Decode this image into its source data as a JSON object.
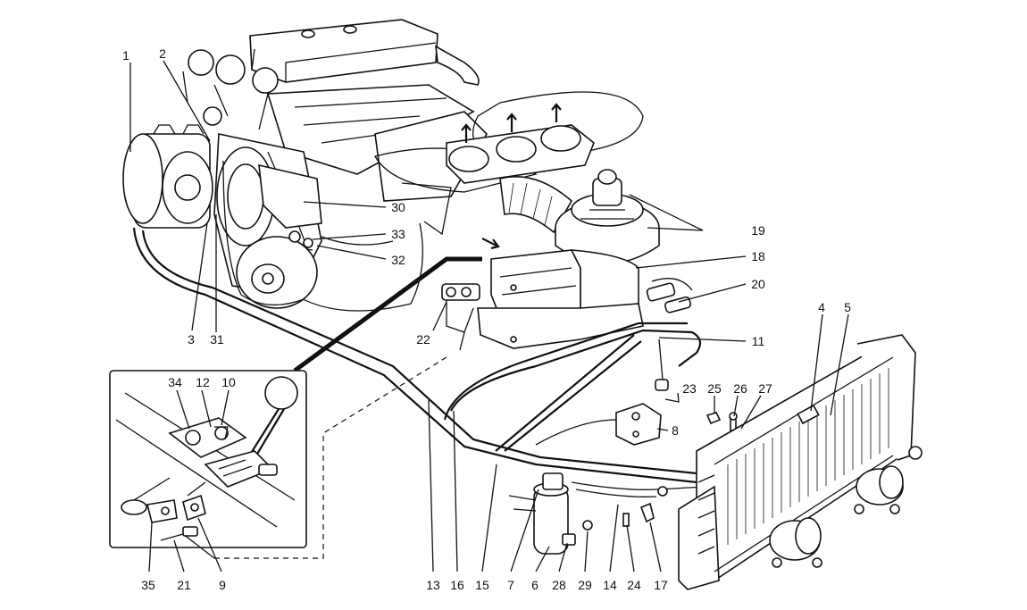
{
  "labels": {
    "p1": "1",
    "p2": "2",
    "p3": "3",
    "p4": "4",
    "p5": "5",
    "p6": "6",
    "p7": "7",
    "p8": "8",
    "p9": "9",
    "p10": "10",
    "p11": "11",
    "p12": "12",
    "p13": "13",
    "p14": "14",
    "p15": "15",
    "p16": "16",
    "p17": "17",
    "p18": "18",
    "p19": "19",
    "p20": "20",
    "p21": "21",
    "p22": "22",
    "p23": "23",
    "p24": "24",
    "p25": "25",
    "p26": "26",
    "p27": "27",
    "p28": "28",
    "p29": "29",
    "p30": "30",
    "p31": "31",
    "p32": "32",
    "p33": "33",
    "p34": "34",
    "p35": "35"
  },
  "colors": {
    "ink": "#111111",
    "paper": "#ffffff"
  }
}
